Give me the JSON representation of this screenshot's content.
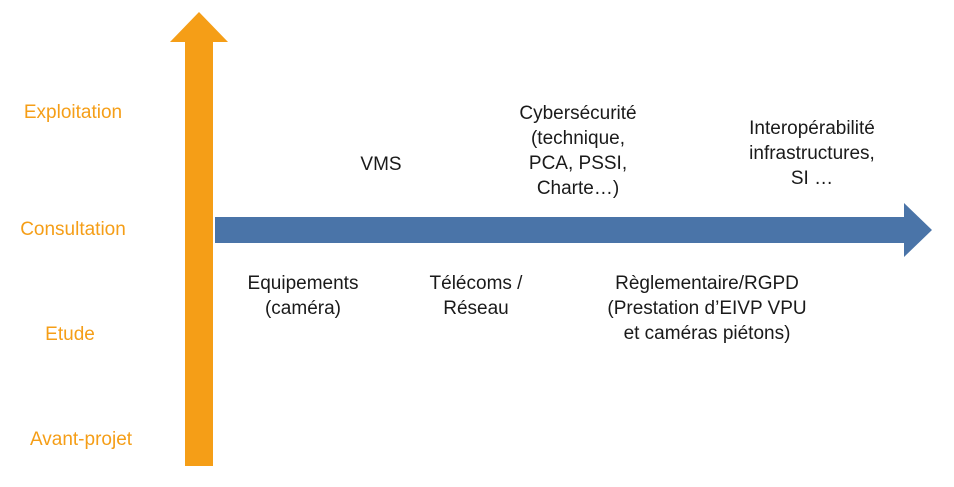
{
  "stages": [
    {
      "label": "Exploitation"
    },
    {
      "label": "Consultation"
    },
    {
      "label": "Etude"
    },
    {
      "label": "Avant-projet"
    }
  ],
  "topics_above": [
    {
      "label": "VMS"
    },
    {
      "label": "Cybersécurité\n(technique,\nPCA, PSSI,\nCharte…)"
    },
    {
      "label": "Interopérabilité\ninfrastructures,\nSI …"
    }
  ],
  "topics_below": [
    {
      "label": "Equipements\n(caméra)"
    },
    {
      "label": "Télécoms /\nRéseau"
    },
    {
      "label": "Règlementaire/RGPD\n(Prestation d’EIVP VPU\net caméras piétons)"
    }
  ],
  "colors": {
    "vertical_arrow": "#f59e17",
    "horizontal_arrow": "#4a74a8",
    "stage_text": "#f59e17",
    "topic_text": "#1a1a1a"
  }
}
